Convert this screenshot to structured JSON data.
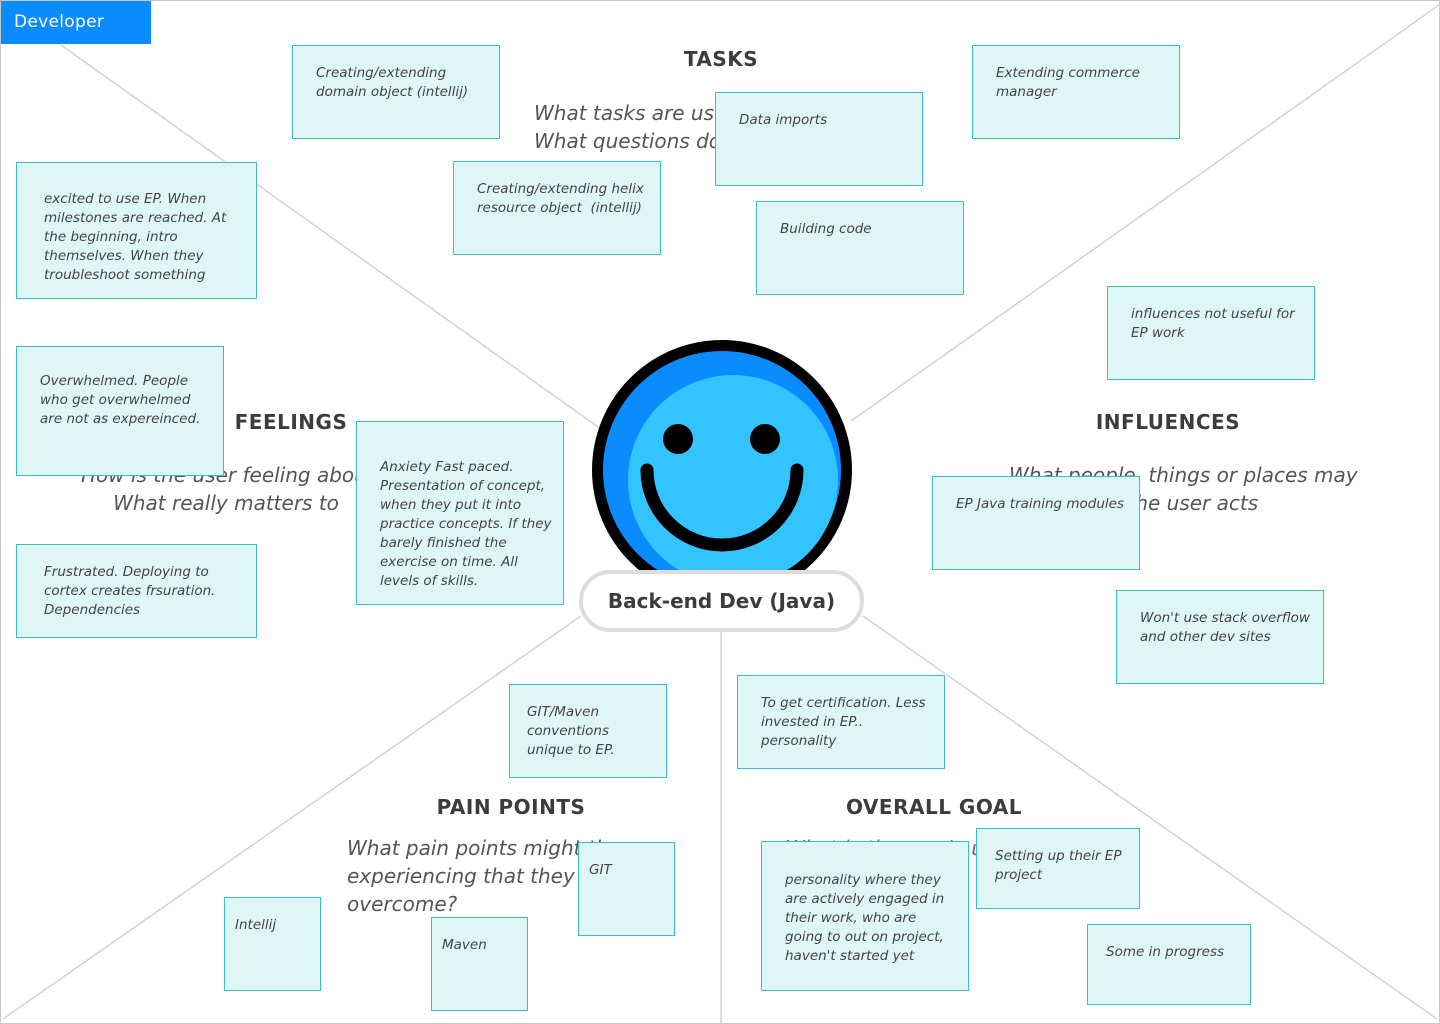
{
  "map_tag": "Developer",
  "persona": "Back-end Dev (Java)",
  "sections": {
    "tasks": {
      "heading": "TASKS",
      "prompt": "What tasks are user\nWhat questions do t"
    },
    "feelings": {
      "heading": "FEELINGS",
      "prompt": "How is the user feeling about\nWhat really matters to"
    },
    "influences": {
      "heading": "INFLUENCES",
      "prompt": "What people, things or places may\nhow the user acts"
    },
    "pain_points": {
      "heading": "PAIN POINTS",
      "prompt": "What pain points might th\nexperiencing that they ov\novercome?"
    },
    "overall_goal": {
      "heading": "OVERALL GOAL",
      "prompt": "What is the user's ulti\ng"
    }
  },
  "notes": {
    "domain_object": "Creating/extending\ndomain object (intellij)",
    "helix_resource": "Creating/extending helix\nresource object  (intellij)",
    "data_imports": "Data imports",
    "building_code": "Building code",
    "commerce_manager": "Extending commerce\nmanager",
    "excited": "excited to use EP. When\nmilestones are reached. At\nthe beginning, intro\nthemselves. When they\ntroubleshoot something",
    "overwhelmed": "Overwhelmed. People\nwho get overwhelmed\nare not as expereinced.",
    "frustrated": "Frustrated. Deploying to\ncortex creates frsuration.\nDependencies",
    "anxiety": "Anxiety Fast paced.\nPresentation of concept,\nwhen they put it into\npractice concepts. If they\nbarely finished the\nexercise on time. All\nlevels of skills.",
    "influences_not_useful": "influences not useful for\nEP work",
    "training_modules": "EP Java training modules",
    "stack_overflow": "Won't use stack overflow\nand other dev sites",
    "git_maven": "GIT/Maven\nconventions\nunique to EP.",
    "git": "GIT",
    "intellij": "Intellij",
    "maven": "Maven",
    "certification": "To get certification. Less\ninvested in EP..\npersonality",
    "personality": "personality where they\nare actively engaged in\ntheir work, who are\ngoing to out on project,\nhaven't started yet",
    "setting_up": "Setting up their EP\nproject",
    "in_progress": "Some in progress"
  },
  "colors": {
    "tag_blue": "#0a8cff",
    "sticky_fill": "#dff6f6",
    "sticky_border": "#3bbfc0",
    "face_outer": "#0a8cff",
    "face_inner": "#33c3ff"
  }
}
